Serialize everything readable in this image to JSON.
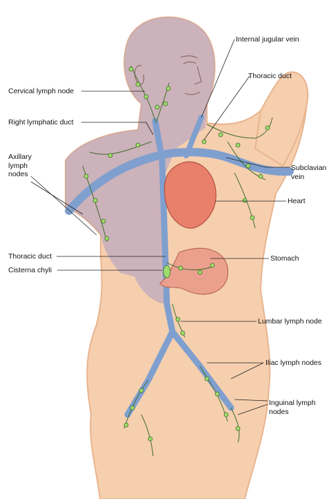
{
  "labels": {
    "internal_jugular_vein": "Internal jugular vein",
    "thoracic_duct_top": "Thoracic duct",
    "cervical_lymph_node": "Cervical lymph node",
    "right_lymphatic_duct": "Right lymphatic duct",
    "axillary_lymph_nodes": "Axillary\nlymph\nnodes",
    "subclavian_vein": "Subclavian\nvein",
    "heart": "Heart",
    "thoracic_duct_mid": "Thoracic duct",
    "stomach": "Stomach",
    "cisterna_chyli": "Cisterna chyli",
    "lumbar_lymph_node": "Lumbar lymph node",
    "iliac_lymph_nodes": "Iliac lymph nodes",
    "inguinal_lymph_nodes": "Inguinal lymph\nnodes"
  },
  "colors": {
    "skin": "#f6cfae",
    "skin_shadow": "#e8b48f",
    "head_shade": "#a99bc4",
    "vessel": "#7f9fcf",
    "vessel_edge": "#4f6fa3",
    "lymph_line": "#3f6b2e",
    "lymph_node": "#9fdc6a",
    "heart": "#e8806c",
    "stomach": "#eba08e"
  }
}
